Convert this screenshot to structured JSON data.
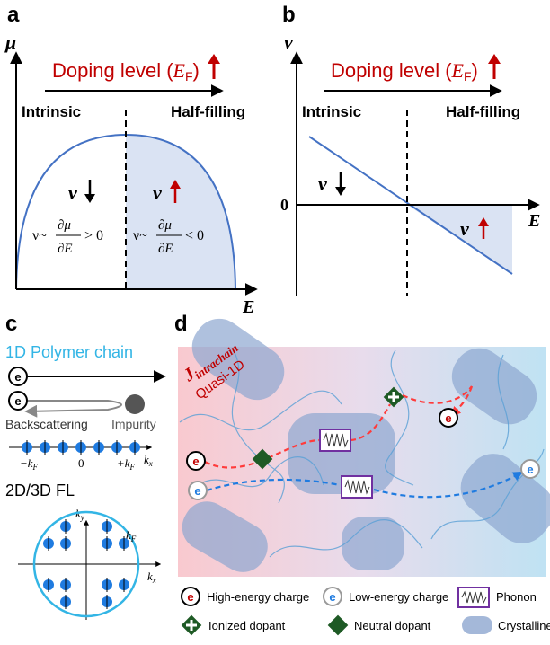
{
  "panels": {
    "a": "a",
    "b": "b",
    "c": "c",
    "d": "d"
  },
  "colors": {
    "red": "#c00000",
    "blue": "#4472c4",
    "light_blue_fill": "#dae3f3",
    "cyan": "#33b5e5",
    "dark_green": "#1e5a25",
    "purple": "#7030a0",
    "black": "#000000"
  },
  "panel_a": {
    "y_axis": "μ",
    "x_axis": "E",
    "doping_label": "Doping level (",
    "doping_sym": "E",
    "doping_sub": "F",
    "doping_close": ")",
    "intrinsic": "Intrinsic",
    "half_filling": "Half-filling",
    "nu": "ν",
    "formula_left": "ν~∂μ/∂E > 0",
    "formula_right": "ν~∂μ/∂E < 0",
    "lead": "ν~",
    "partial": "∂μ",
    "partial_den": "∂E",
    "gt": "> 0",
    "lt": "< 0"
  },
  "panel_b": {
    "y_axis": "ν",
    "x_axis": "E",
    "zero": "0",
    "doping_label": "Doping level (",
    "doping_sym": "E",
    "doping_sub": "F",
    "doping_close": ")",
    "intrinsic": "Intrinsic",
    "half_filling": "Half-filling",
    "nu": "ν"
  },
  "panel_c": {
    "title": "1D Polymer chain",
    "electron": "e",
    "backscattering": "Backscattering",
    "impurity": "Impurity",
    "kx": "k",
    "kx_sub": "x",
    "minus_kf": "−k",
    "plus_kf": "+k",
    "kf_sub": "F",
    "zero": "0",
    "fl_title": "2D/3D FL",
    "ky": "k",
    "ky_sub": "y",
    "kf": "k",
    "kf2_sub": "F"
  },
  "panel_d": {
    "j_label": "J",
    "j_sub": "intrachain",
    "quasi": "Quasi-1D",
    "electron": "e"
  },
  "legend": {
    "high_energy": "High-energy charge",
    "low_energy": "Low-energy charge",
    "phonon": "Phonon",
    "ionized": "Ionized dopant",
    "neutral": "Neutral dopant",
    "crystalline": "Crystalline domain"
  }
}
